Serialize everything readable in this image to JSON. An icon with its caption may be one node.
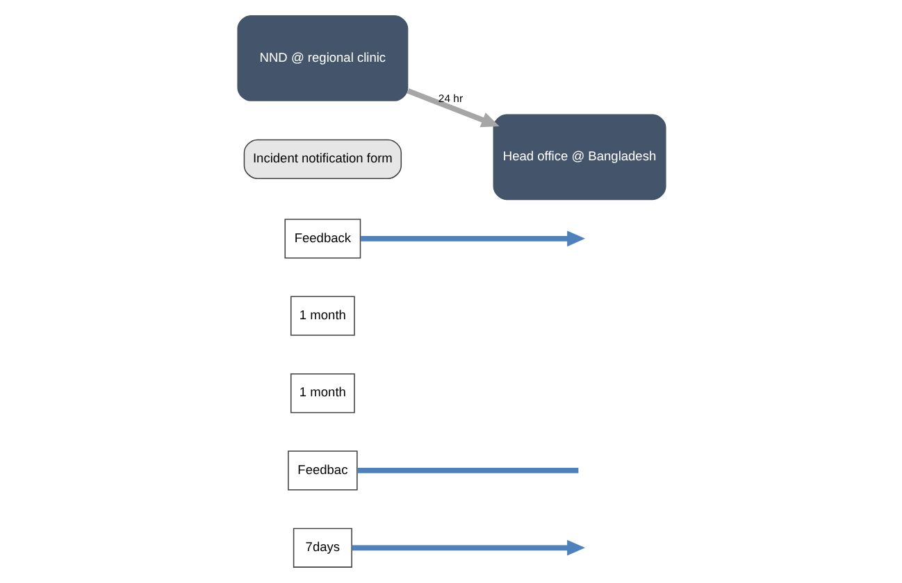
{
  "diagram": {
    "nodes": [
      {
        "text": [
          "7days"
        ]
      },
      {
        "text": [
          "Feedbac"
        ]
      },
      {
        "text": [
          "1 month"
        ]
      },
      {
        "text": [
          "1 month"
        ]
      },
      {
        "text": [
          "Feedback"
        ]
      },
      {
        "text": [
          "NND @ regional clinic"
        ]
      },
      {
        "text": [
          "Head office @ Bangladesh"
        ]
      },
      {
        "text": [
          "Incident notification form"
        ]
      }
    ],
    "edges": [
      {
        "from": 0,
        "to": null,
        "arrow": "to"
      },
      {
        "from": 1,
        "to": null,
        "arrow": "none"
      },
      {
        "from": 4,
        "to": null,
        "arrow": "to"
      },
      {
        "from": 5,
        "to": 6,
        "arrow": "to",
        "label": "24 hr",
        "color": "#a6a6a6"
      }
    ]
  }
}
